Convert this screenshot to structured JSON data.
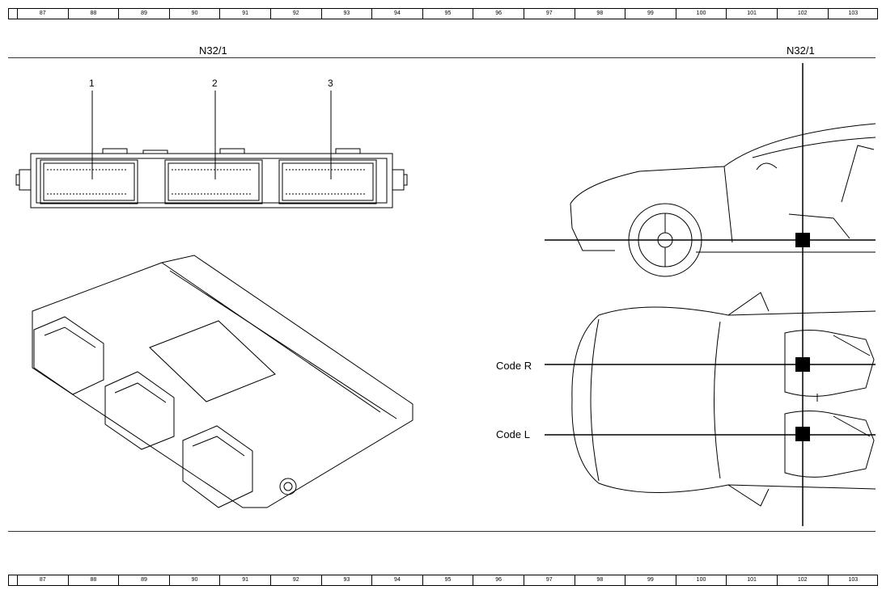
{
  "ruler": {
    "ticks": [
      "87",
      "88",
      "89",
      "90",
      "91",
      "92",
      "93",
      "94",
      "95",
      "96",
      "97",
      "98",
      "99",
      "100",
      "101",
      "102",
      "103"
    ]
  },
  "left_panel": {
    "component_label": "N32/1",
    "connectors": [
      "1",
      "2",
      "3"
    ]
  },
  "right_panel": {
    "component_label": "N32/1",
    "code_right": "Code R",
    "code_left": "Code L"
  }
}
